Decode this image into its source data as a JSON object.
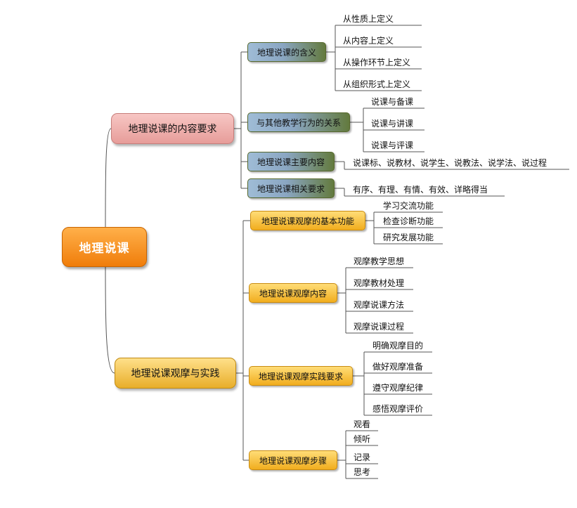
{
  "root": {
    "label": "地理说课"
  },
  "branches": [
    {
      "label": "地理说课的内容要求",
      "children": [
        {
          "label": "地理说课的含义",
          "leaves": [
            "从性质上定义",
            "从内容上定义",
            "从操作环节上定义",
            "从组织形式上定义"
          ]
        },
        {
          "label": "与其他教学行为的关系",
          "leaves": [
            "说课与备课",
            "说课与讲课",
            "说课与评课"
          ]
        },
        {
          "label": "地理说课主要内容",
          "leaves": [
            "说课标、说教材、说学生、说教法、说学法、说过程"
          ]
        },
        {
          "label": "地理说课相关要求",
          "leaves": [
            "有序、有理、有情、有效、详略得当"
          ]
        }
      ]
    },
    {
      "label": "地理说课观摩与实践",
      "children": [
        {
          "label": "地理说课观摩的基本功能",
          "leaves": [
            "学习交流功能",
            "检查诊断功能",
            "研究发展功能"
          ]
        },
        {
          "label": "地理说课观摩内容",
          "leaves": [
            "观摩教学思想",
            "观摩教材处理",
            "观摩说课方法",
            "观摩说课过程"
          ]
        },
        {
          "label": "地理说课观摩实践要求",
          "leaves": [
            "明确观摩目的",
            "做好观摩准备",
            "遵守观摩纪律",
            "感悟观摩评价"
          ]
        },
        {
          "label": "地理说课观摩步骤",
          "leaves": [
            "观看",
            "倾听",
            "记录",
            "思考"
          ]
        }
      ]
    }
  ],
  "colors": {
    "connector": "#555555",
    "root_fill": "#f08a16",
    "branch1_fill": "#eeaeab",
    "branch2_fill": "#f2c24c",
    "sub1_fill": "#8aa6c2",
    "sub2_fill": "#f5bf3c"
  }
}
